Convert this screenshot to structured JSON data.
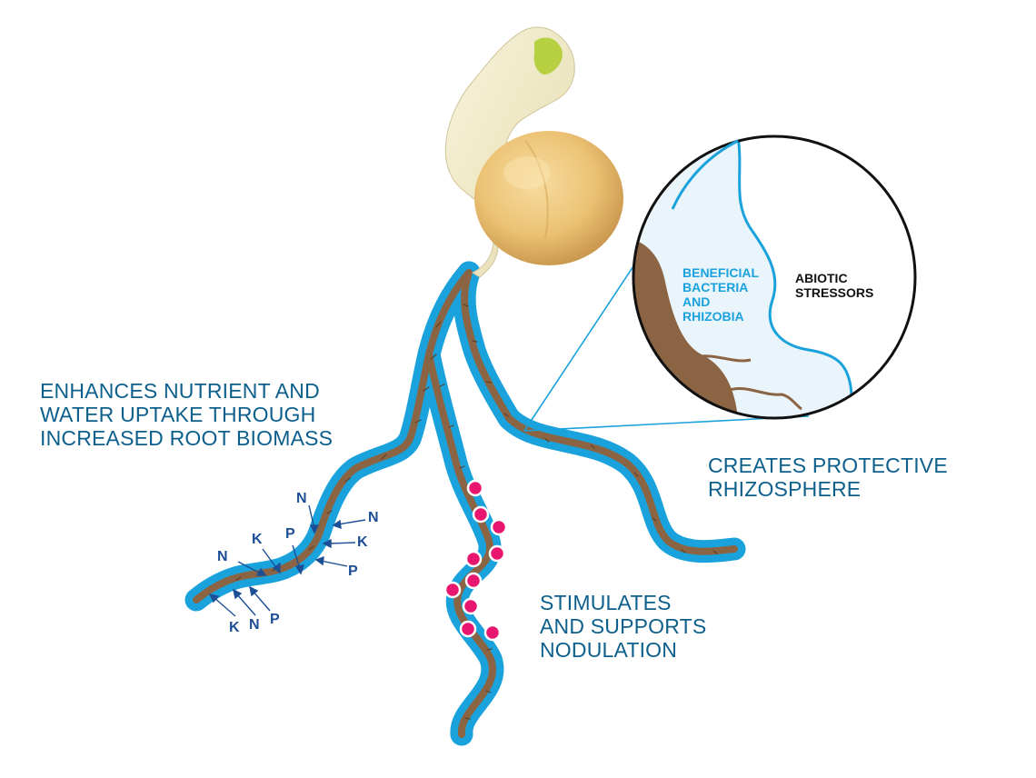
{
  "labels": {
    "uptake": [
      "ENHANCES NUTRIENT AND",
      "WATER UPTAKE THROUGH",
      "INCREASED ROOT BIOMASS"
    ],
    "rhizosphere": [
      "CREATES PROTECTIVE",
      "RHIZOSPHERE"
    ],
    "nodulation": [
      "STIMULATES",
      "AND SUPPORTS",
      "NODULATION"
    ]
  },
  "inset": {
    "bacteria": [
      "BENEFICIAL",
      "BACTERIA",
      "AND",
      "RHIZOBIA"
    ],
    "stressors": [
      "ABIOTIC",
      "STRESSORS"
    ]
  },
  "nutrients": {
    "n1": "N",
    "n2": "N",
    "n3": "N",
    "n4": "N",
    "k1": "K",
    "k2": "K",
    "k3": "K",
    "p1": "P",
    "p2": "P",
    "p3": "P"
  },
  "colors": {
    "rhizosphere_blue": "#1aa2dc",
    "root_brown": "#8b6543",
    "label_blue": "#0d5f8c",
    "nutrient_blue": "#1c4f96",
    "nodule_pink": "#e8166f",
    "seed_yellow": "#ecc274",
    "inset_fill": "#eaf4fb"
  }
}
